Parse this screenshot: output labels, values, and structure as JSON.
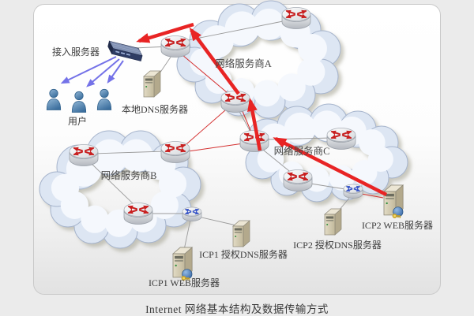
{
  "caption": "Internet 网络基本结构及数据传输方式",
  "nodes": {
    "access_server": {
      "label": "接入服务器"
    },
    "users": {
      "label": "用户"
    },
    "local_dns": {
      "label": "本地DNS服务器"
    },
    "cloud_a": {
      "label": "网络服务商A"
    },
    "cloud_b": {
      "label": "网络服务商B"
    },
    "cloud_c": {
      "label": "网络服务商C"
    },
    "icp1_dns": {
      "label": "ICP1 授权DNS服务器"
    },
    "icp1_web": {
      "label": "ICP1 WEB服务器"
    },
    "icp2_dns": {
      "label": "ICP2 授权DNS服务器"
    },
    "icp2_web": {
      "label": "ICP2 WEB服务器"
    }
  },
  "icons": {
    "router": "router-x-icon",
    "switch": "switch-x-icon",
    "dns_server": "server-tower-icon",
    "web_server": "server-user-key-icon",
    "access_device": "access-switch-icon",
    "user": "person-icon",
    "provider": "network-cloud"
  },
  "colors": {
    "page_bg": "#ebebeb",
    "panel_bg": "#ffffff",
    "cloud_fill": "#dde6f3",
    "cloud_stroke": "#a6b4cc",
    "link_gray": "#9a9a9a",
    "request_red_thin": "#d43030",
    "response_red_thick": "#e82424",
    "user_arrow_blue": "#7472e8",
    "router_red": "#c81f1f",
    "switch_blue": "#3a57c8",
    "server_tan": "#d5ccb2",
    "user_blue": "#4a7fae"
  }
}
